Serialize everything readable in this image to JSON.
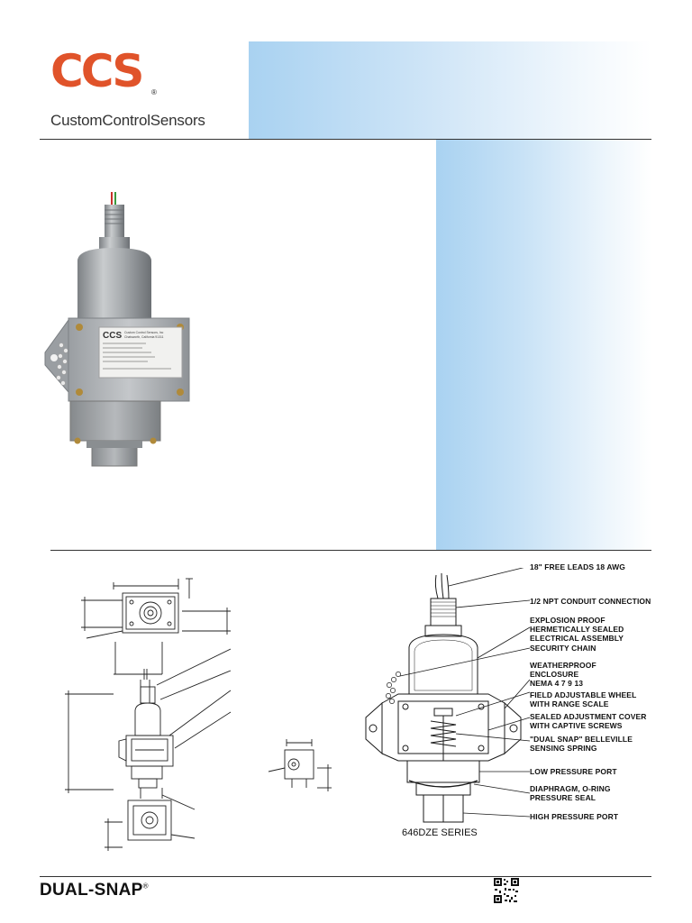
{
  "brand": {
    "logo_text": "CCS",
    "logo_reg": "®",
    "company_name": "CustomControlSensors",
    "accent": "#e0532a",
    "band_color": "#a9d2f1"
  },
  "nameplate": {
    "logo": "CCS",
    "maker_line1": "Custom Control Sensors, Inc",
    "maker_line2": "Chatsworth, California 91311"
  },
  "callouts": [
    "18\" FREE LEADS 18 AWG",
    "1/2 NPT CONDUIT CONNECTION",
    "EXPLOSION PROOF\nHERMETICALLY SEALED\nELECTRICAL ASSEMBLY",
    "SECURITY CHAIN",
    "WEATHERPROOF\nENCLOSURE\nNEMA 4 7 9 13",
    "FIELD ADJUSTABLE WHEEL\nWITH RANGE SCALE",
    "SEALED ADJUSTMENT COVER\nWITH CAPTIVE SCREWS",
    "\"DUAL SNAP\" BELLEVILLE\nSENSING SPRING",
    "LOW PRESSURE PORT",
    "DIAPHRAGM, O-RING\nPRESSURE SEAL",
    "HIGH PRESSURE PORT"
  ],
  "series_label": "646DZE SERIES",
  "footer": {
    "brand": "DUAL-SNAP",
    "reg": "®",
    "qr_icon": "qr-code-icon"
  }
}
